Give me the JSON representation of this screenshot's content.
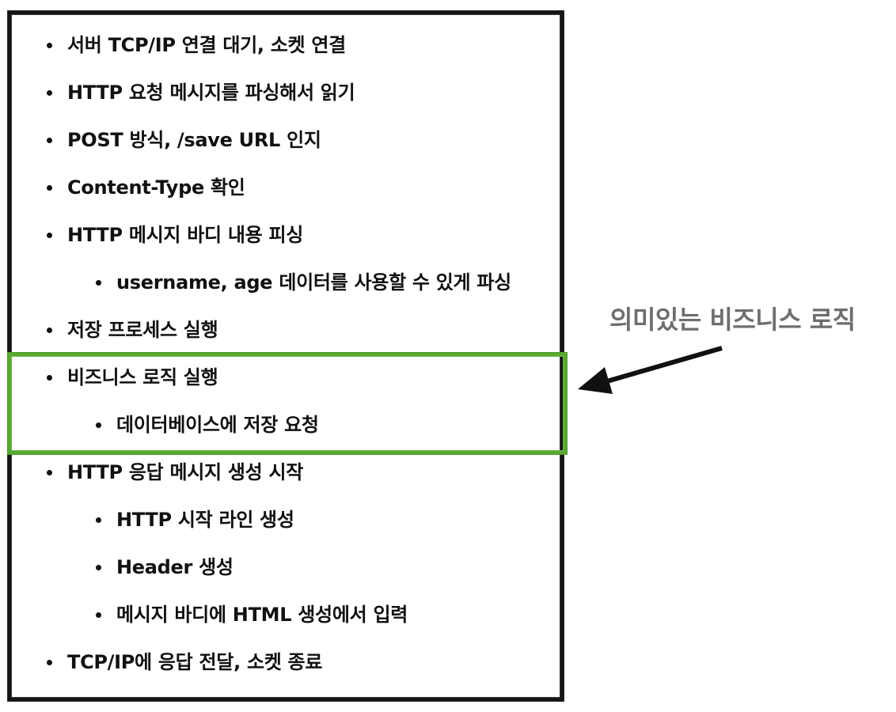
{
  "steps": [
    {
      "level": 1,
      "text": "서버 TCP/IP 연결 대기, 소켓 연결"
    },
    {
      "level": 1,
      "text": "HTTP 요청 메시지를 파싱해서 읽기"
    },
    {
      "level": 1,
      "text": "POST 방식, /save URL 인지"
    },
    {
      "level": 1,
      "text": "Content-Type 확인"
    },
    {
      "level": 1,
      "text": "HTTP 메시지 바디 내용 피싱"
    },
    {
      "level": 2,
      "text": "username, age 데이터를 사용할 수 있게 파싱"
    },
    {
      "level": 1,
      "text": "저장 프로세스 실행"
    },
    {
      "level": 1,
      "text": "비즈니스 로직 실행"
    },
    {
      "level": 2,
      "text": "데이터베이스에 저장 요청"
    },
    {
      "level": 1,
      "text": "HTTP 응답 메시지 생성 시작"
    },
    {
      "level": 2,
      "text": "HTTP 시작 라인 생성"
    },
    {
      "level": 2,
      "text": "Header 생성"
    },
    {
      "level": 2,
      "text": "메시지 바디에 HTML 생성에서 입력"
    },
    {
      "level": 1,
      "text": "TCP/IP에 응답 전달, 소켓 종료"
    }
  ],
  "callout": {
    "text": "의미있는 비즈니스 로직"
  },
  "colors": {
    "frame": "#151515",
    "highlight": "#5aa834",
    "callout_text": "#6e6e6e",
    "arrow": "#111111",
    "text": "#111111"
  },
  "highlight": {
    "covers_steps": [
      "비즈니스 로직 실행",
      "데이터베이스에 저장 요청"
    ]
  }
}
